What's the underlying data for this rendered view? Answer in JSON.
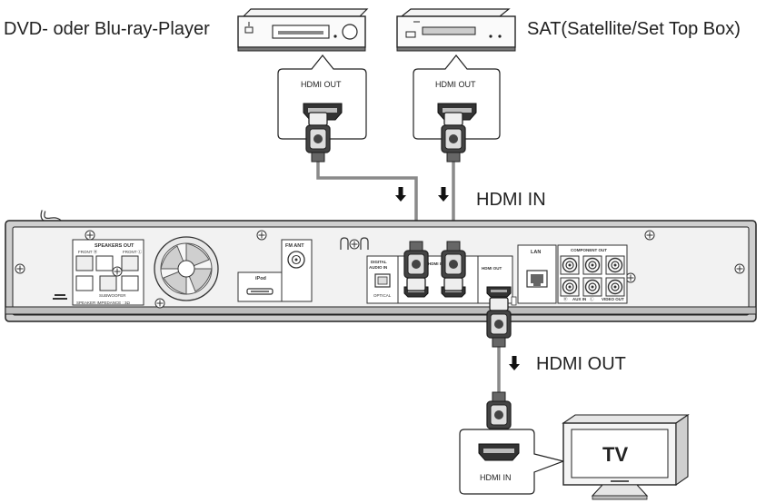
{
  "labels": {
    "dvd_player": "DVD- oder Blu-ray-Player",
    "sat_box": "SAT(Satellite/Set Top Box)",
    "hdmi_out_dvd": "HDMI OUT",
    "hdmi_out_sat": "HDMI OUT",
    "hdmi_in_main": "HDMI IN",
    "hdmi_out_main": "HDMI OUT",
    "hdmi_in_tv": "HDMI  IN",
    "tv": "TV"
  },
  "panel_labels": {
    "speakers_out": "SPEAKERS OUT",
    "front_r": "FRONT Ⓡ",
    "front_l": "FRONT Ⓛ",
    "subwoofer": "SUBWOOFER",
    "speaker_impedance": "SPEAKER IMPEDANCE : 3Ω",
    "ipod": "iPod",
    "fm_ant": "FM ANT",
    "digital_audio_in": "DIGITAL AUDIO IN",
    "optical": "OPTICAL",
    "hdmi_in": "HDMI IN",
    "hdmi_out": "HDMI OUT",
    "lan": "LAN",
    "component_out": "COMPONENT OUT",
    "aux_in": "AUX IN",
    "video_out": "VIDEO OUT"
  },
  "colors": {
    "cable": "#8a8a8a",
    "outline": "#222222",
    "panel_fill": "#f2f2f2",
    "panel_shade": "#cfcfcf"
  }
}
